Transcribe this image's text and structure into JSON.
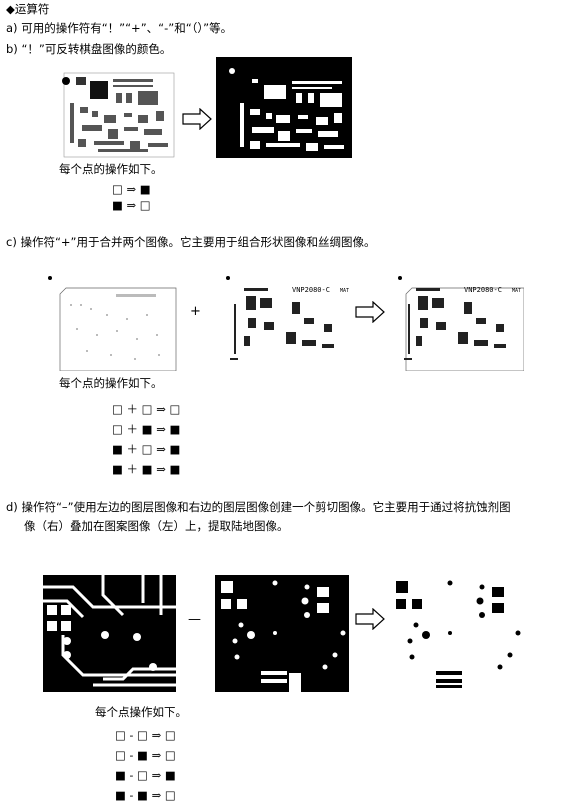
{
  "heading": "◆运算符",
  "items": {
    "a": "a) 可用的操作符有“！”“+”、“-”和“（）”等。",
    "b": "b) “！”可反转棋盘图像的颜色。",
    "c": "c) 操作符“+”用于合并两个图像。它主要用于组合形状图像和丝绸图像。",
    "d_line1": "d) 操作符“–”使用左边的图层图像和右边的图层图像创建一个剪切图像。它主要用于通过将抗蚀剂图",
    "d_line2": "像（右）叠加在图案图像（左）上，提取陆地图像。"
  },
  "per_point_b": "每个点的操作如下。",
  "per_point_c": "每个点的操作如下。",
  "per_point_d": "每个点操作如下。",
  "ops_b": [
    "□ ⇒ ■",
    "■  ⇒ □"
  ],
  "ops_c": [
    "□ ＋ □ ⇒ □",
    "□ ＋ ■ ⇒ ■",
    "■  ＋ □ ⇒ ■",
    "■  ＋ ■ ⇒ ■"
  ],
  "ops_d": [
    "□ - □ ⇒ □",
    "□ - ■ ⇒ □",
    "■ - □ ⇒ ■",
    "■ - ■ ⇒ □"
  ],
  "symbols": {
    "plus": "+",
    "minus": "—"
  },
  "image_labels": {
    "c_mid": "VNP2080-C",
    "c_right": "VNP2080-C",
    "mat": "MAT"
  }
}
